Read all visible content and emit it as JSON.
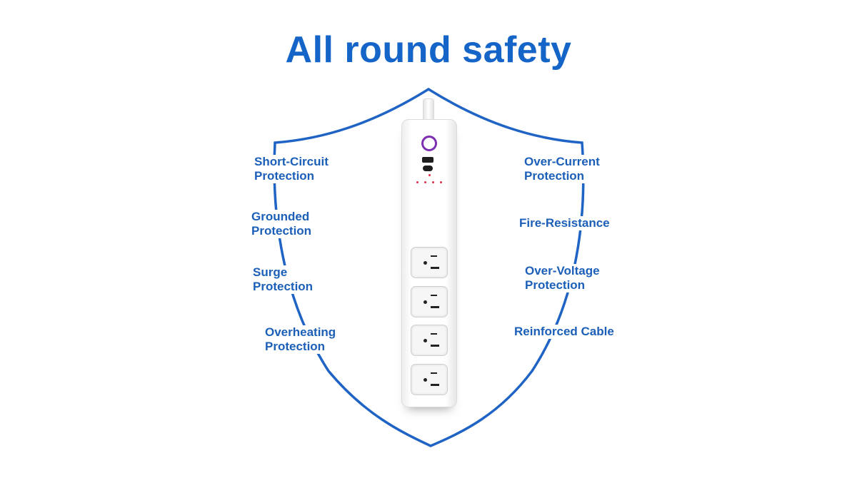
{
  "title": "All round safety",
  "colors": {
    "accent": "#1565c9",
    "shield_outline": "#1f63c4",
    "label_text": "#1b5fb8",
    "power_button": "#7b2fb3"
  },
  "features_left": [
    {
      "line1": "Short-Circuit",
      "line2": "Protection"
    },
    {
      "line1": "Grounded",
      "line2": "Protection"
    },
    {
      "line1": "Surge",
      "line2": "Protection"
    },
    {
      "line1": "Overheating",
      "line2": "Protection"
    }
  ],
  "features_right": [
    {
      "line1": "Over-Current",
      "line2": "Protection"
    },
    {
      "line1": "Fire-Resistance",
      "line2": ""
    },
    {
      "line1": "Over-Voltage",
      "line2": "Protection"
    },
    {
      "line1": "Reinforced Cable",
      "line2": ""
    }
  ],
  "product": {
    "outlet_count": 4,
    "usb_ports": 2,
    "icons": [
      "power-button-icon",
      "usb-port-icon",
      "outlet-icon"
    ]
  }
}
